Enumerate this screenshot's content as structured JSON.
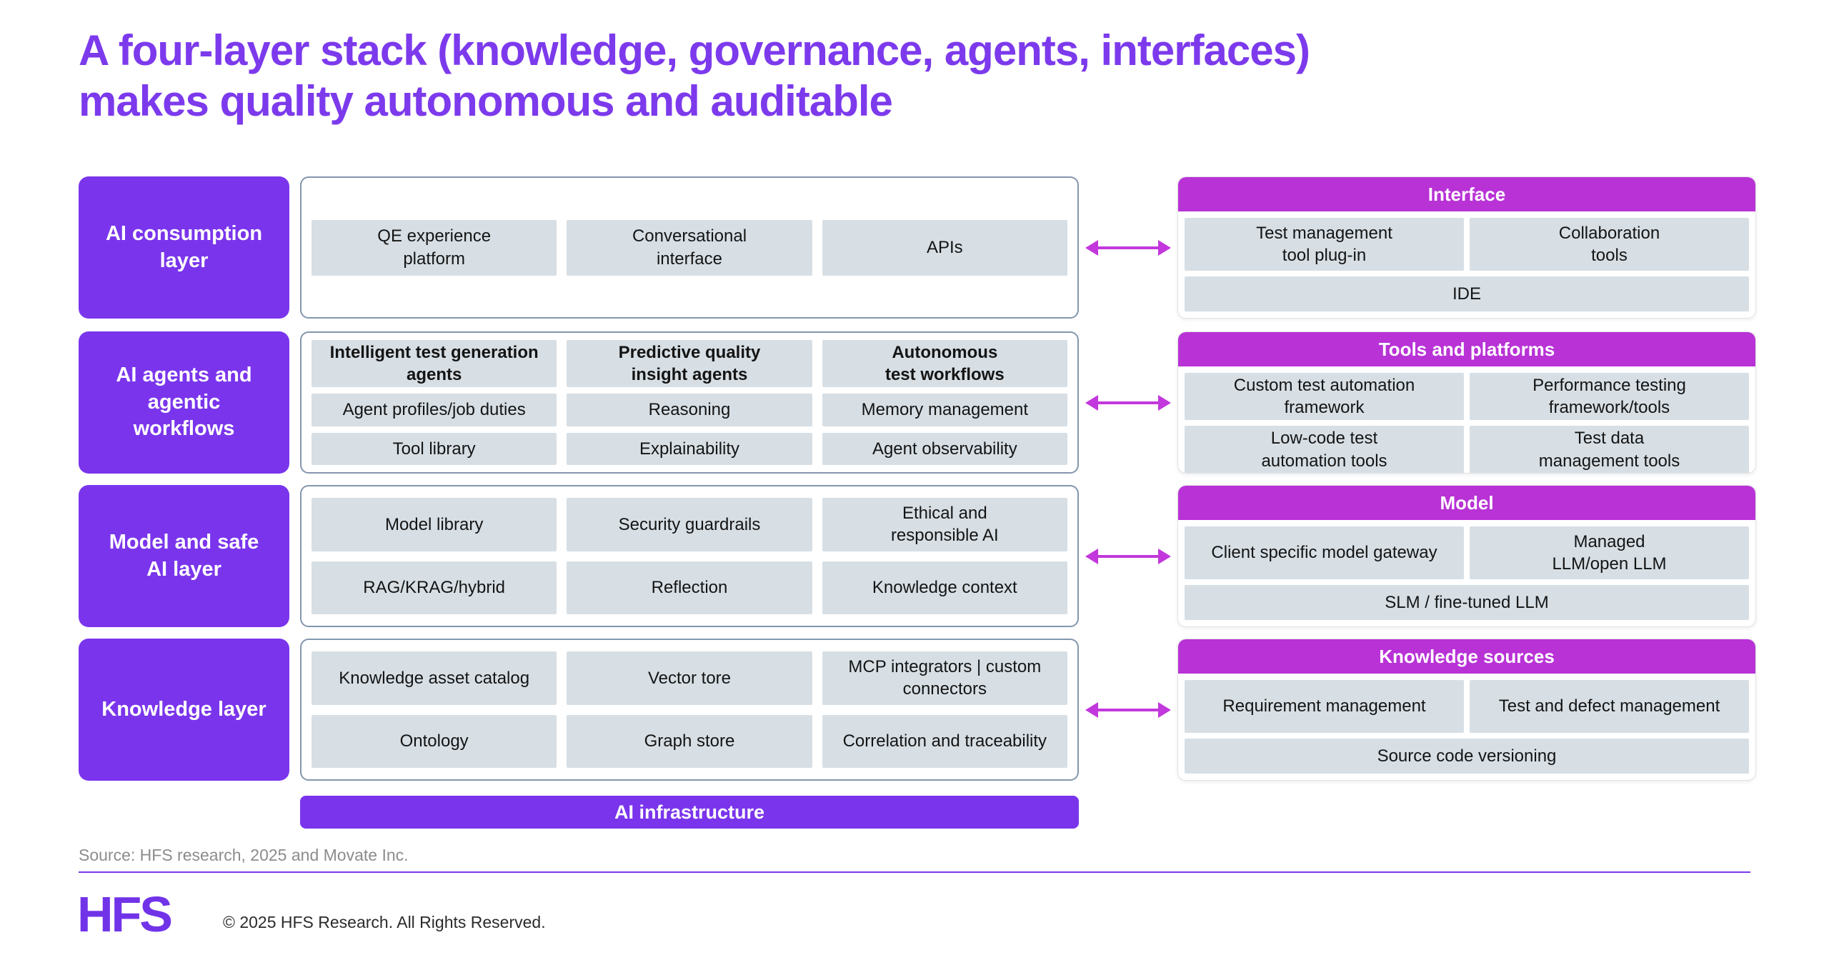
{
  "title": "A four-layer stack (knowledge, governance, agents, interfaces) makes quality autonomous and auditable",
  "colors": {
    "purple": "#7A35EC",
    "magenta_header": "#B832D6",
    "arrow_magenta": "#C238DC",
    "cell_grey": "#D7DFE5",
    "panel_border": "#8396AC",
    "title_purple": "#7C3AEC"
  },
  "layers": [
    {
      "label": "AI consumption\nlayer",
      "middle": [
        [
          "QE experience\nplatform",
          "Conversational\ninterface",
          "APIs"
        ]
      ],
      "right": {
        "header": "Interface",
        "pair": [
          "Test management\ntool plug-in",
          "Collaboration\ntools"
        ],
        "full": "IDE"
      }
    },
    {
      "label": "AI agents and\nagentic\nworkflows",
      "middle": [
        [
          "Intelligent test generation\nagents",
          "Predictive quality\ninsight agents",
          "Autonomous\ntest workflows"
        ],
        [
          "Agent profiles/job duties",
          "Reasoning",
          "Memory management"
        ],
        [
          "Tool library",
          "Explainability",
          "Agent observability"
        ]
      ],
      "right": {
        "header": "Tools and platforms",
        "pair": [
          "Custom test automation\nframework",
          "Performance testing\nframework/tools"
        ],
        "pair2": [
          "Low-code test\nautomation tools",
          "Test data\nmanagement tools"
        ]
      }
    },
    {
      "label": "Model and safe\nAI layer",
      "middle": [
        [
          "Model library",
          "Security guardrails",
          "Ethical and\nresponsible AI"
        ],
        [
          "RAG/KRAG/hybrid",
          "Reflection",
          "Knowledge context"
        ]
      ],
      "right": {
        "header": "Model",
        "pair": [
          "Client specific model gateway",
          "Managed\nLLM/open LLM"
        ],
        "full": "SLM / fine-tuned LLM"
      }
    },
    {
      "label": "Knowledge layer",
      "middle": [
        [
          "Knowledge asset catalog",
          "Vector tore",
          "MCP integrators | custom\nconnectors"
        ],
        [
          "Ontology",
          "Graph store",
          "Correlation and traceability"
        ]
      ],
      "right": {
        "header": "Knowledge sources",
        "pair": [
          "Requirement management",
          "Test and defect management"
        ],
        "full": "Source code versioning"
      }
    }
  ],
  "infrastructure_label": "AI infrastructure",
  "footer": {
    "source": "Source: HFS research, 2025 and Movate Inc.",
    "logo": "HFS",
    "copyright": "© 2025 HFS Research. All Rights Reserved."
  }
}
